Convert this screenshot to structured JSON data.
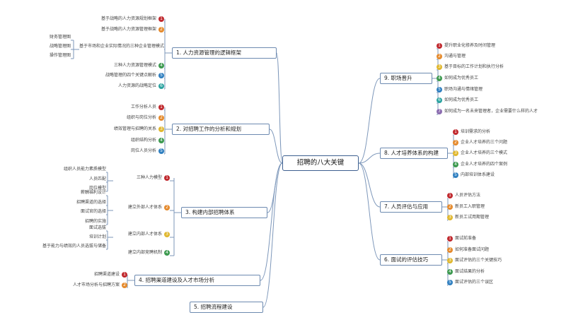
{
  "colors": {
    "red": "#c0282d",
    "orange": "#e58a2c",
    "yellow": "#e0b72d",
    "green": "#3d9a50",
    "blue": "#2f7fc0",
    "teal": "#2ba3a0",
    "purple": "#8c6db0",
    "line": "#7d97ba"
  },
  "root": "招聘的八大关键",
  "branches": {
    "b1": "1. 人力资源管理的逻辑框架",
    "b2": "2. 对招聘工作的分析和规划",
    "b3": "3. 构建内部招聘体系",
    "b4": "4. 招聘渠道建设及人才市场分析",
    "b5": "5. 招聘流程建设",
    "b6": "6. 面试的评估技巧",
    "b7": "7. 人员评估与应用",
    "b8": "8. 人才培养体系的构建",
    "b9": "9. 职场晋升"
  },
  "left_nodes": {
    "b1": [
      {
        "badge": "1",
        "color": "red",
        "text": "基于战略的人力资源规划框架"
      },
      {
        "badge": "2",
        "color": "orange",
        "text": "基于战略的人力资源管理框架"
      },
      {
        "badge": "3",
        "color": "yellow",
        "text": "基于市场和企业实际情况的三种企业管理模式"
      },
      {
        "badge": "4",
        "color": "green",
        "text": "三种人力资源管理模式"
      },
      {
        "badge": "5",
        "color": "blue",
        "text": "战略管理的四个关键点解析"
      },
      {
        "badge": "6",
        "color": "teal",
        "text": "人力资源的战略定位"
      }
    ],
    "b1_sub": [
      "财务管理图",
      "战略管理图",
      "操作管理图"
    ],
    "b2": [
      {
        "badge": "1",
        "color": "red",
        "text": "工作分析人员"
      },
      {
        "badge": "2",
        "color": "orange",
        "text": "组织与岗位分析"
      },
      {
        "badge": "3",
        "color": "yellow",
        "text": "绩效管理与招聘的关系"
      },
      {
        "badge": "4",
        "color": "green",
        "text": "组织结构分析"
      },
      {
        "badge": "5",
        "color": "blue",
        "text": "岗位人员分析"
      }
    ],
    "b3": [
      {
        "badge": "1",
        "color": "red",
        "text": "三种人力模型"
      },
      {
        "badge": "2",
        "color": "orange",
        "text": "建立外部人才体系"
      },
      {
        "badge": "3",
        "color": "yellow",
        "text": "建立内部人才体系"
      },
      {
        "badge": "4",
        "color": "green",
        "text": "建立内部竞聘机制"
      }
    ],
    "b3_sub1": [
      "组织人员能力素质模型",
      "人员匹配",
      "岗位模型"
    ],
    "b3_sub2": [
      "薪酬福利设计",
      "招聘渠道的选择",
      "面试官的选择",
      "招聘的实施"
    ],
    "b3_sub3": [
      "面试选拔",
      "培训计划",
      "基于能力与绩效的人员选拔与储备"
    ],
    "b4": [
      {
        "badge": "1",
        "color": "red",
        "text": "招聘渠道建设"
      },
      {
        "badge": "2",
        "color": "orange",
        "text": "人才市场分析与招聘方案"
      }
    ]
  },
  "right_nodes": {
    "b9": [
      {
        "badge": "1",
        "color": "red",
        "text": "提升职业化修养及时间管理"
      },
      {
        "badge": "2",
        "color": "orange",
        "text": "沟通与管理"
      },
      {
        "badge": "3",
        "color": "yellow",
        "text": "基于目标的工作计划和执行分析"
      },
      {
        "badge": "4",
        "color": "green",
        "text": "如何成为优秀员工"
      },
      {
        "badge": "5",
        "color": "blue",
        "text": "职场沟通与情绪管理"
      },
      {
        "badge": "6",
        "color": "teal",
        "text": "如何成为优秀员工"
      },
      {
        "badge": "7",
        "color": "purple",
        "text": "如何成为一名未来管理者，企业需要什么样的人才"
      }
    ],
    "b8": [
      {
        "badge": "1",
        "color": "red",
        "text": "培训需求的分析"
      },
      {
        "badge": "2",
        "color": "orange",
        "text": "企业人才培养的三个问题"
      },
      {
        "badge": "3",
        "color": "yellow",
        "text": "企业人才培养的三个模式"
      },
      {
        "badge": "4",
        "color": "green",
        "text": "企业人才培养的四个案例"
      },
      {
        "badge": "5",
        "color": "blue",
        "text": "内部培训体系建设"
      }
    ],
    "b7": [
      {
        "badge": "1",
        "color": "red",
        "text": "人员评估方法"
      },
      {
        "badge": "2",
        "color": "orange",
        "text": "新员工入职管理"
      },
      {
        "badge": "3",
        "color": "yellow",
        "text": "新员工试用期管理"
      }
    ],
    "b6": [
      {
        "badge": "1",
        "color": "red",
        "text": "面试前准备"
      },
      {
        "badge": "2",
        "color": "orange",
        "text": "如何准备面试问题"
      },
      {
        "badge": "3",
        "color": "yellow",
        "text": "面试评估的三个关键技巧"
      },
      {
        "badge": "4",
        "color": "green",
        "text": "面试结果的分析"
      },
      {
        "badge": "5",
        "color": "blue",
        "text": "面试评估的三个误区"
      }
    ]
  }
}
